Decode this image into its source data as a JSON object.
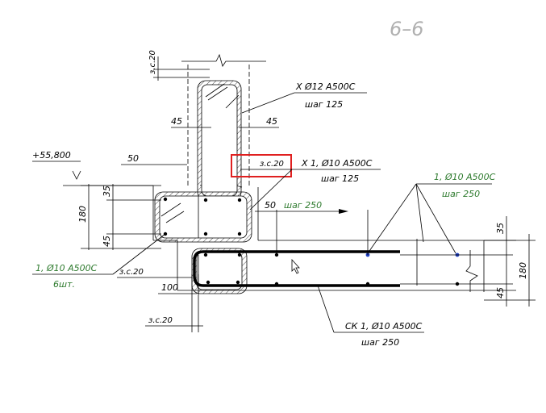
{
  "drawing": {
    "section_title": "6–6",
    "elevation": "+55,800",
    "labels": {
      "cover_top": "з.с.20",
      "cover_mid": "з.с.20",
      "cover_left": "з.с.20",
      "cover_bottom": "з.с.20",
      "dim_45_left": "45",
      "dim_45_right": "45",
      "dim_50_top": "50",
      "dim_50_mid": "50",
      "dim_35_left": "35",
      "dim_180_left": "180",
      "dim_45_leftlow": "45",
      "dim_100": "100",
      "dim_35_right": "35",
      "dim_180_right": "180",
      "dim_45_right_low": "45"
    },
    "callouts": {
      "x_d12_line1": "Х Ø12 А500С",
      "x_d12_line2": "шаг 125",
      "x1_d10_line1": "Х 1, Ø10 А500С",
      "x1_d10_line2": "шаг 125",
      "step250": "шаг 250",
      "green_right_line1": "1, Ø10 А500С",
      "green_right_line2": "шаг 250",
      "green_left_line1": "1, Ø10 А500С",
      "green_left_line2": "6шт.",
      "ck_line1": "СК 1, Ø10 А500С",
      "ck_line2": "шаг 250"
    },
    "colors": {
      "highlight": "#e02020",
      "green_text": "#2d7a2d",
      "title_gray": "#b0b0b0"
    }
  }
}
